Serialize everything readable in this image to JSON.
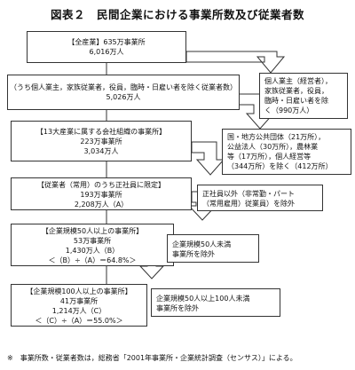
{
  "title": "図表２　民間企業における事業所数及び従業者数",
  "main_boxes": [
    {
      "lines": [
        "【全産業】635万事業所",
        "6,016万人"
      ]
    },
    {
      "lines": [
        "（うち個人業主，家族従業者，役員，臨時・日雇い者を除く従業者数）",
        "5,026万人"
      ]
    },
    {
      "lines": [
        "【13大産業に属する会社組織の事業所】",
        "223万事業所",
        "3,034万人"
      ]
    },
    {
      "lines": [
        "【従業者（常用）のうち正社員に限定】",
        "193万事業所",
        "2,208万人（A）"
      ]
    },
    {
      "lines": [
        "【企業規模50人以上の事業所】",
        "53万事業所",
        "1,430万人（B）",
        "＜（B）÷（A）＝64.8%＞"
      ]
    },
    {
      "lines": [
        "【企業規模100人以上の事業所】",
        "41万事業所",
        "1,214万人（C）",
        "＜（C）÷（A）＝55.0%＞"
      ]
    }
  ],
  "side_boxes": [
    {
      "lines": [
        "個人業主（経営者），",
        "家族従業者，役員，",
        "臨時・日雇い者を除",
        "く（990万人）"
      ]
    },
    {
      "lines": [
        "国・地方公共団体（21万所），",
        "公益法人（30万所），農林業",
        "等（17万所），個人経営等",
        "（344万所）を除く（412万所）"
      ]
    },
    {
      "lines": [
        "正社員以外（非常勤・パート",
        "（常用雇用）従業員）を除外"
      ]
    },
    {
      "lines": [
        "企業規模50人未満",
        "事業所を除外"
      ]
    },
    {
      "lines": [
        "企業規模50人以上100人未満",
        "事業所を除外"
      ]
    }
  ],
  "footnote": "※　事業所数・従業者数は，総務省「2001年事業所・企業統計調査（センサス）」による。"
}
